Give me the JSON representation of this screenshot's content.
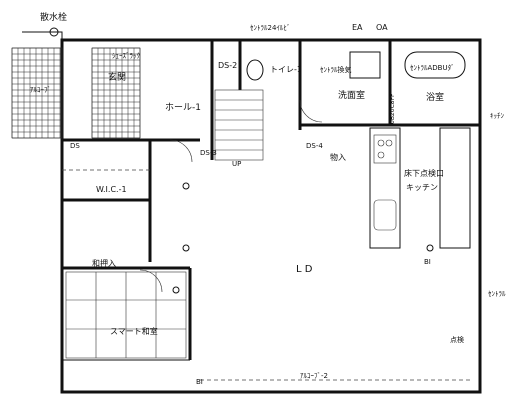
{
  "plan": {
    "labels": {
      "drain": "散水栓",
      "zentora24": "ｾﾝﾄﾗﾙ24ｲﾙﾋﾞ",
      "ea": "EA",
      "oa": "OA",
      "ds2": "DS-2",
      "toilet1": "トイレ-1",
      "central_exhaust": "ｾﾝﾄﾗﾙ換気",
      "wash": "洗面室",
      "zentora_adbu": "ｾﾝﾄﾗﾙADBUﾀﾞ",
      "bath": "浴室",
      "hall": "ホール-1",
      "genkan": "玄関",
      "ds_top": "DS",
      "shoe_rack": "ｼｭｰｽﾞﾗｯｸ",
      "alcove": "ｱﾙｺｰﾌﾞ",
      "ds3": "DS-3",
      "up": "UP",
      "ds4": "DS-4",
      "storage": "物入",
      "kitchen1": "床下点検口",
      "kitchen2": "キッチン",
      "wic": "W.I.C.-1",
      "wa_storage": "和押入",
      "ld": "L D",
      "washitsu": "スマート和室",
      "inspection": "点検",
      "alcove2": "ｱﾙｺｰﾌﾞ-2",
      "zentora_right": "ｾﾝﾄﾗﾙ",
      "side": "ｷｯﾁﾝ",
      "bi": "BI",
      "bi2": "BI",
      "refrig": "0B20C8FF"
    }
  }
}
